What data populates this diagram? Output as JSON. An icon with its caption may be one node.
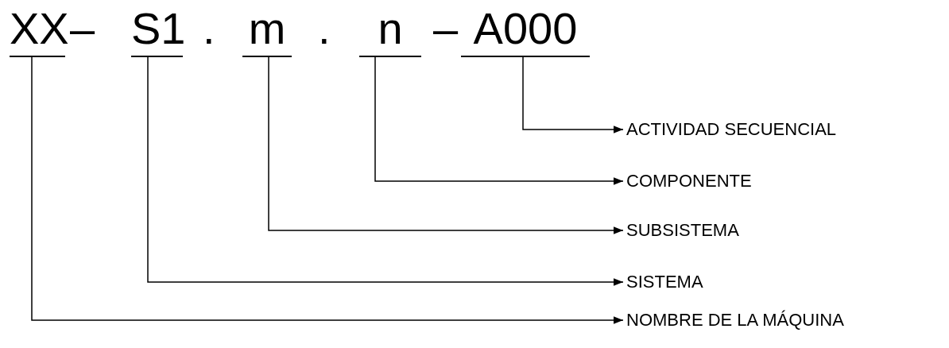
{
  "diagram": {
    "nodes": [
      {
        "text": [
          "XX"
        ]
      },
      {
        "text": [
          "S1"
        ]
      },
      {
        "text": [
          "m"
        ]
      },
      {
        "text": [
          "n"
        ]
      },
      {
        "text": [
          "A000"
        ]
      },
      {
        "text": [
          "ACTIVIDAD SECUENCIAL"
        ]
      },
      {
        "text": [
          "COMPONENTE"
        ]
      },
      {
        "text": [
          "SUBSISTEMA"
        ]
      },
      {
        "text": [
          "SISTEMA"
        ]
      },
      {
        "text": [
          "NOMBRE DE LA MÁQUINA"
        ]
      }
    ],
    "edges": [
      {
        "from": 4,
        "to": 5,
        "arrow": "to"
      },
      {
        "from": 3,
        "to": 6,
        "arrow": "to"
      },
      {
        "from": 2,
        "to": 7,
        "arrow": "to"
      },
      {
        "from": 1,
        "to": 8,
        "arrow": "to"
      },
      {
        "from": 0,
        "to": 9,
        "arrow": "to"
      }
    ],
    "labels": [
      "–",
      ".",
      ".",
      "–"
    ]
  }
}
